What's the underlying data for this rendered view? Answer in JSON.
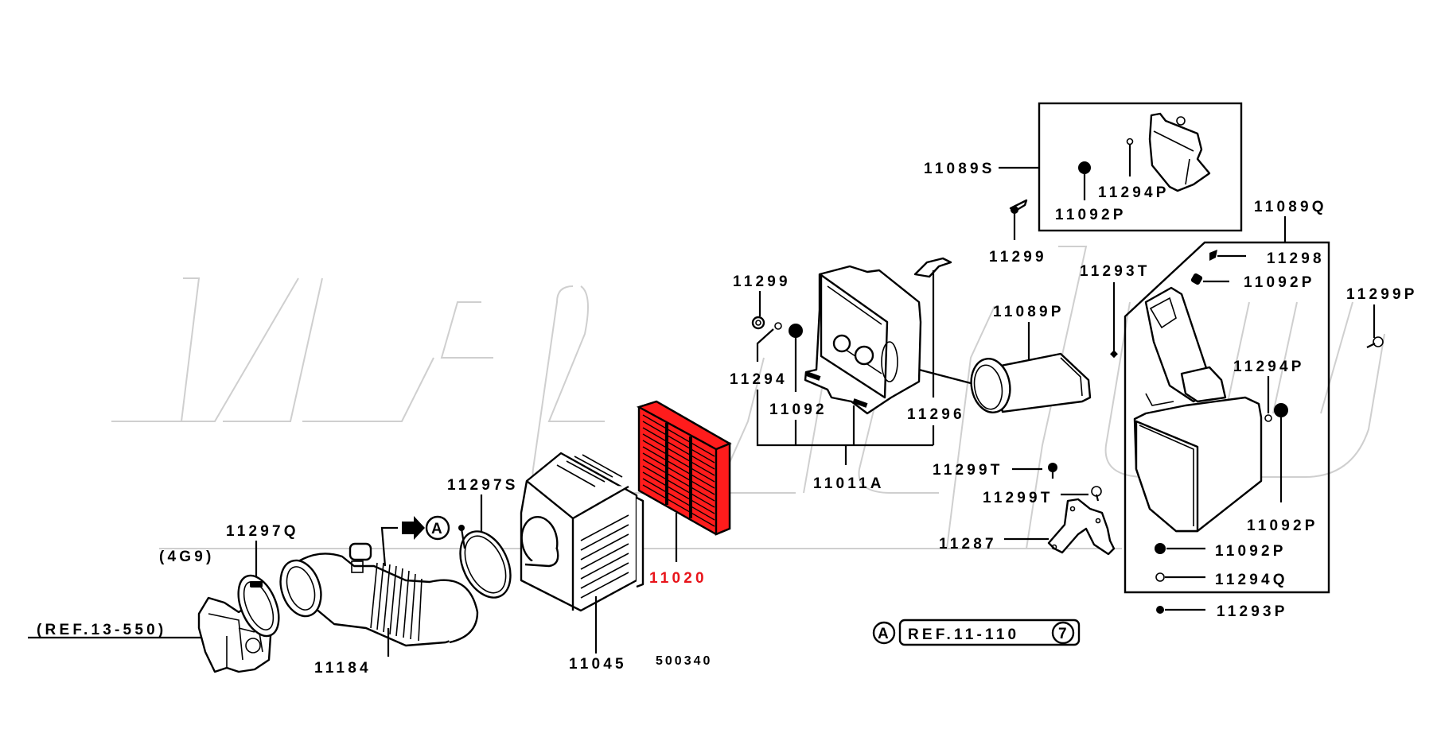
{
  "diagram": {
    "title_note": "500340",
    "highlight_color": "#e8141a",
    "watermark": "VIPAUTO",
    "references": {
      "engine": "(4G9)",
      "ref_throttle": "(REF.13-550)",
      "ref_a_marker": "A",
      "ref_box_text": "REF.11-110",
      "ref_box_circle": "7"
    },
    "labels": {
      "p11297Q": "11297Q",
      "p11184": "11184",
      "p11297S": "11297S",
      "p11045": "11045",
      "p11020": "11020",
      "p11299_left": "11299",
      "p11294": "11294",
      "p11092": "11092",
      "p11011A": "11011A",
      "p11296": "11296",
      "p11089S": "11089S",
      "p11299_top": "11299",
      "p11294P_inset": "11294P",
      "p11092P_inset": "11092P",
      "p11089P": "11089P",
      "p11293T": "11293T",
      "p11089Q": "11089Q",
      "p11298": "11298",
      "p11092P_a": "11092P",
      "p11299P": "11299P",
      "p11294P_b": "11294P",
      "p11092P_b": "11092P",
      "p11299T_a": "11299T",
      "p11299T_b": "11299T",
      "p11287": "11287",
      "p11092P_c": "11092P",
      "p11294Q": "11294Q",
      "p11293P": "11293P"
    }
  }
}
